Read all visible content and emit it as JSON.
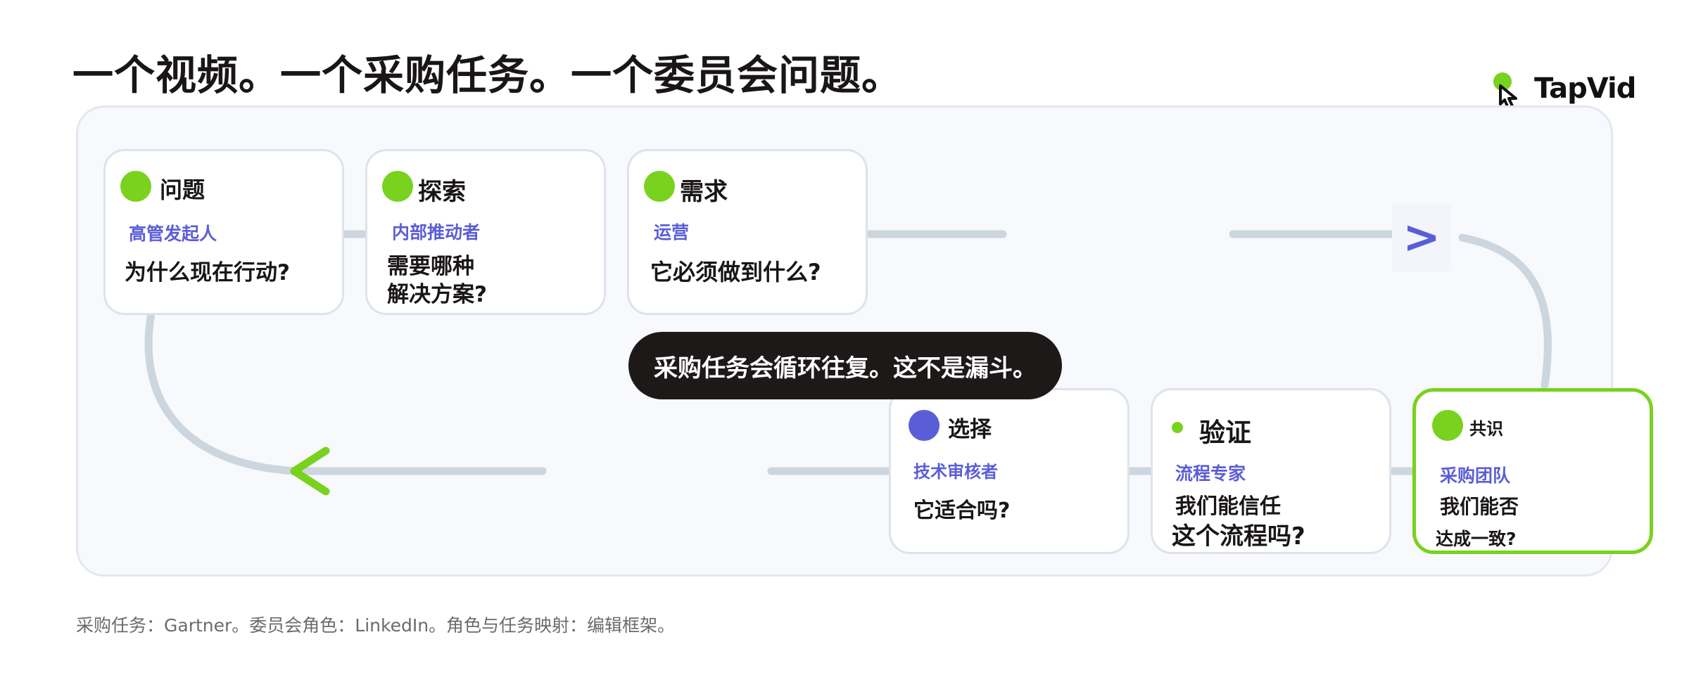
{
  "headline": "一个视频。一个采购任务。一个委员会问题。",
  "logo": {
    "text": "TapVid",
    "icon": "hand-cursor-icon"
  },
  "colors": {
    "green": "#78d21e",
    "blue": "#5a5ed6",
    "connector": "#cdd5df",
    "dark": "#1e1919"
  },
  "stages": [
    {
      "title": "问题",
      "role": "高管发起人",
      "question": "为什么现在行动?",
      "dot": "green"
    },
    {
      "title": "探索",
      "role": "内部推动者",
      "question_lines": [
        "需要哪种",
        "解决方案?"
      ],
      "dot": "green"
    },
    {
      "title": "需求",
      "role": "运营",
      "question": "它必须做到什么?",
      "dot": "green"
    },
    {
      "title": "选择",
      "role": "技术审核者",
      "question": "它适合吗?",
      "dot": "blue"
    },
    {
      "title": "验证",
      "role": "流程专家",
      "question_lines": [
        "我们能信任",
        "这个流程吗?"
      ],
      "dot": "green-small"
    },
    {
      "title": "共识",
      "role": "采购团队",
      "question_lines": [
        "我们能否",
        "达成一致?"
      ],
      "dot": "green",
      "highlighted": true
    }
  ],
  "callout": "采购任务会循环往复。这不是漏斗。",
  "arrow_glyph": ">",
  "footnote": "采购任务：Gartner。委员会角色：LinkedIn。角色与任务映射：编辑框架。"
}
